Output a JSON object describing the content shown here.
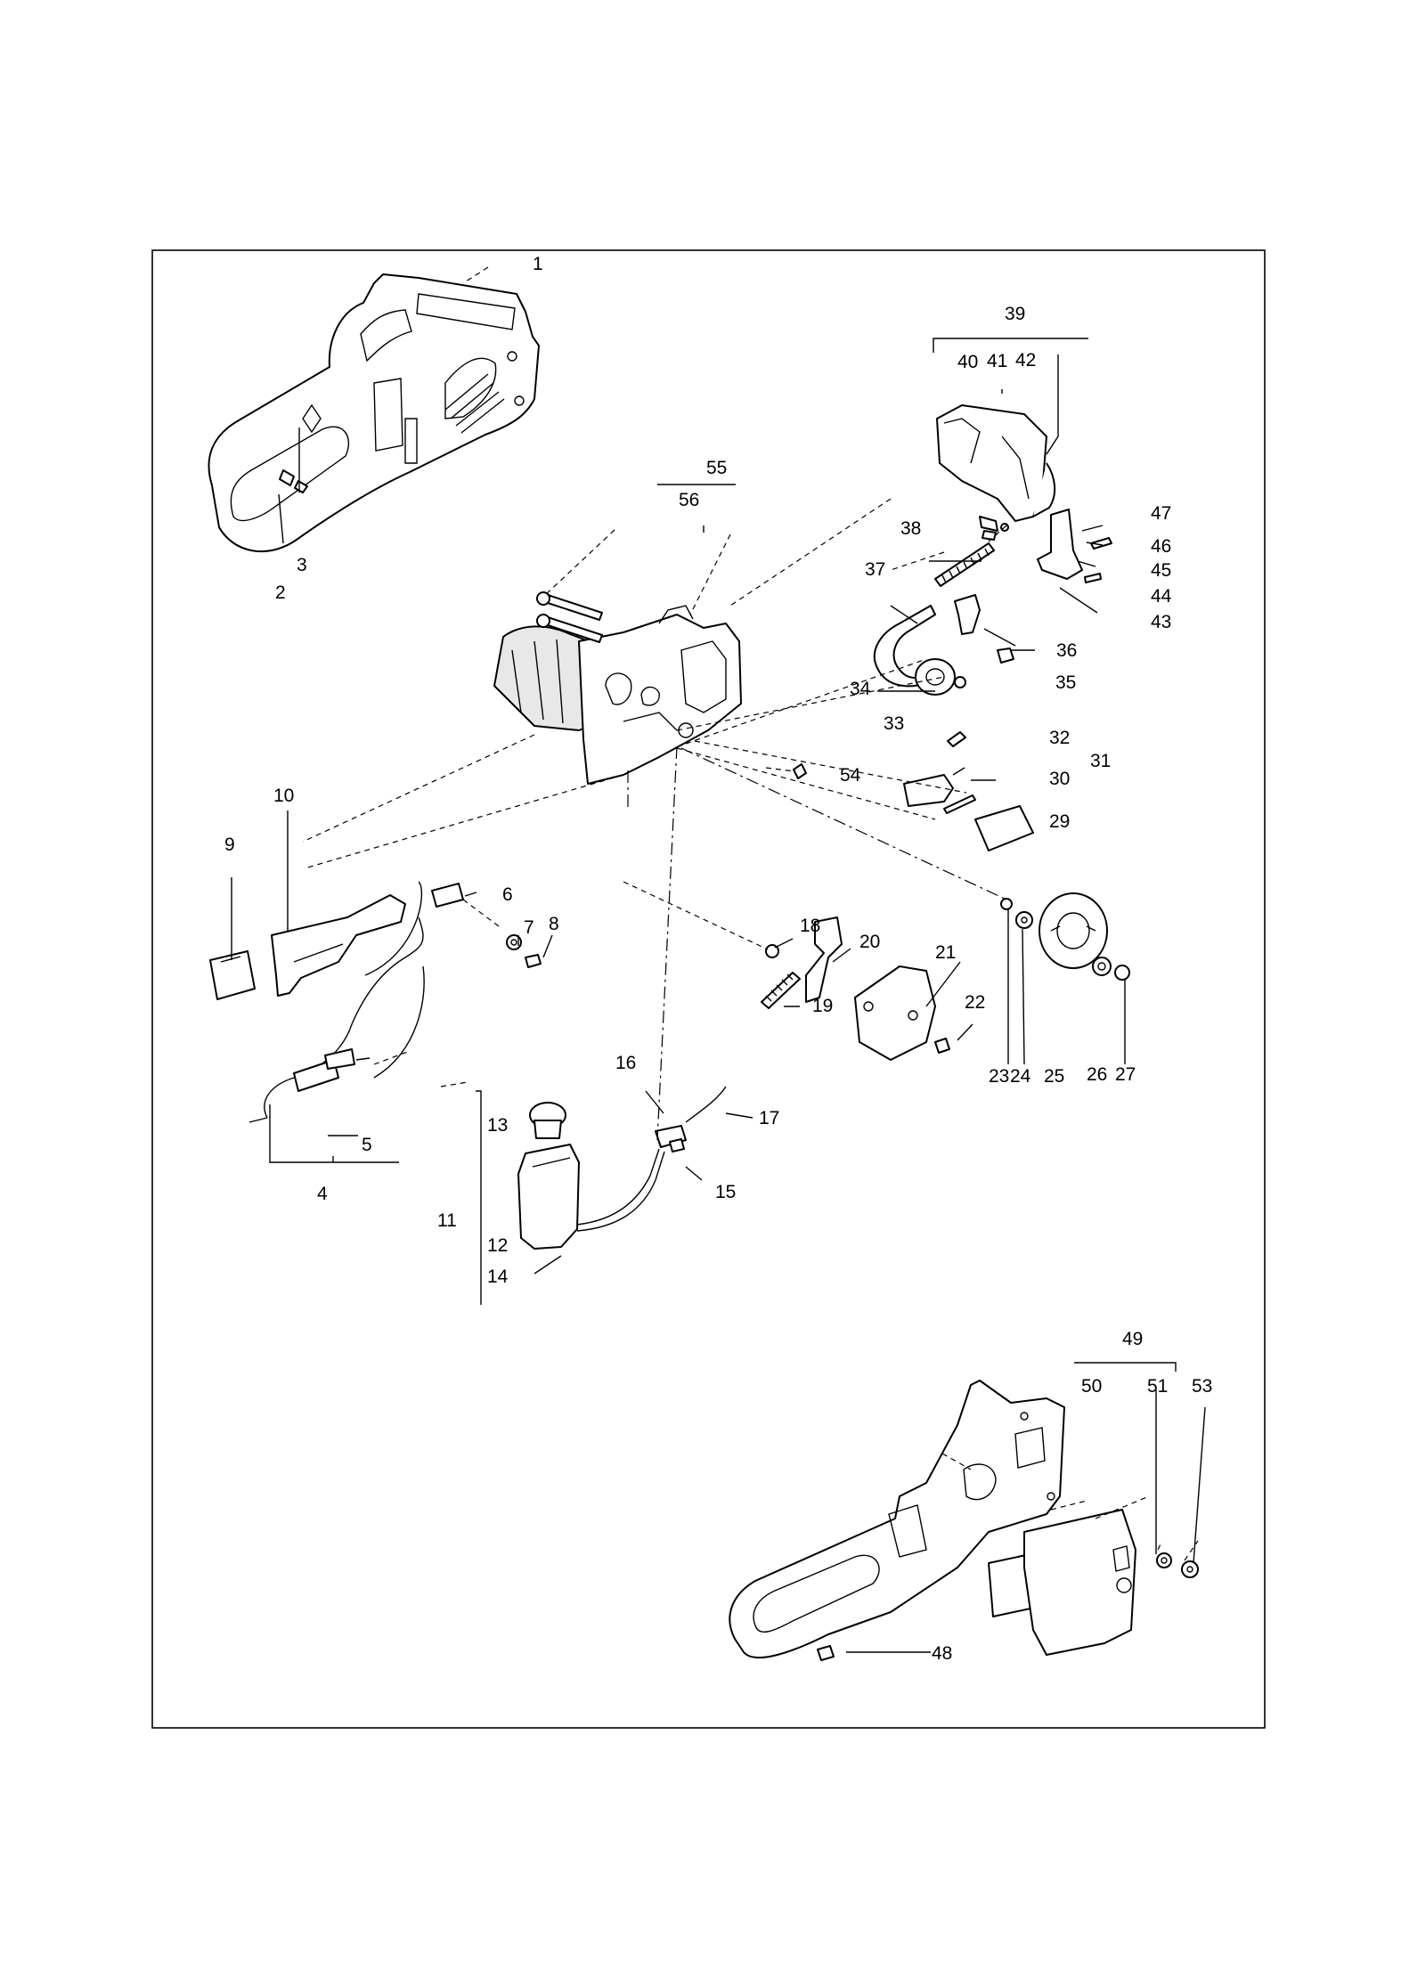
{
  "callouts": {
    "c1": "1",
    "c2": "2",
    "c3": "3",
    "c4": "4",
    "c5": "5",
    "c6": "6",
    "c7": "7",
    "c8": "8",
    "c9": "9",
    "c10": "10",
    "c11": "11",
    "c12": "12",
    "c13": "13",
    "c14": "14",
    "c15": "15",
    "c16": "16",
    "c17": "17",
    "c18": "18",
    "c19": "19",
    "c20": "20",
    "c21": "21",
    "c22": "22",
    "c23": "23",
    "c24": "24",
    "c25": "25",
    "c26": "26",
    "c27": "27",
    "c29": "29",
    "c30": "30",
    "c31": "31",
    "c32": "32",
    "c33": "33",
    "c34": "34",
    "c35": "35",
    "c36": "36",
    "c37": "37",
    "c38": "38",
    "c39": "39",
    "c40": "40",
    "c41": "41",
    "c42": "42",
    "c43": "43",
    "c44": "44",
    "c45": "45",
    "c46": "46",
    "c47": "47",
    "c48": "48",
    "c49": "49",
    "c50": "50",
    "c51": "51",
    "c53": "53",
    "c54": "54",
    "c55": "55",
    "c56": "56"
  }
}
